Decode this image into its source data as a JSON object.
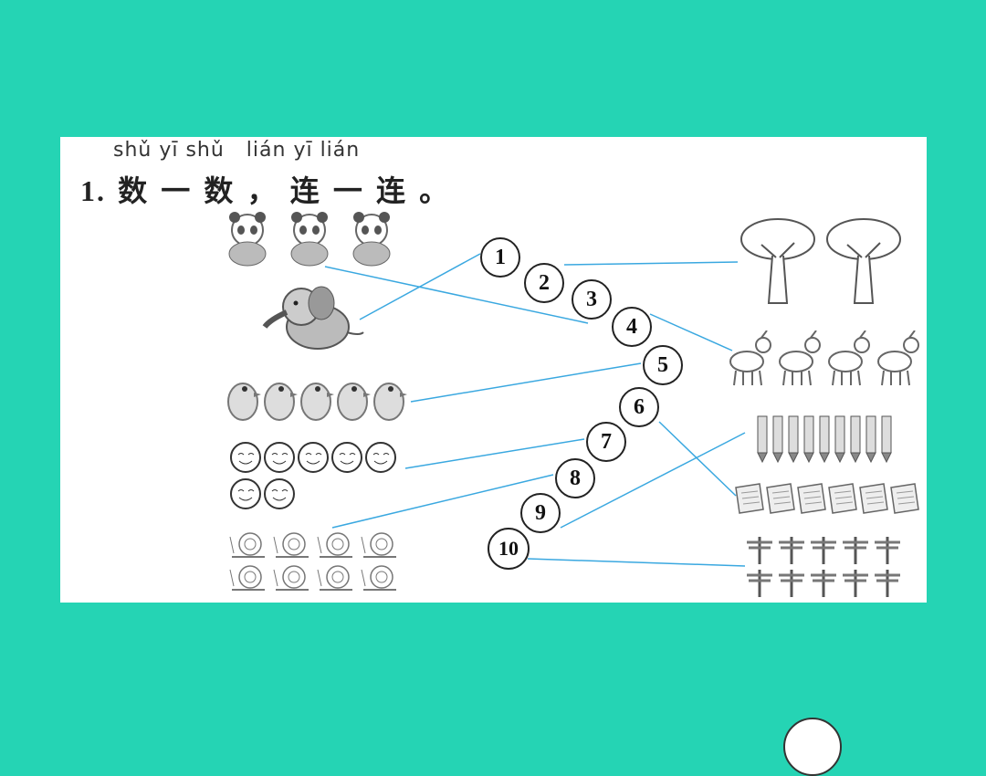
{
  "question": {
    "pinyin": "shǔ yī shǔ   lián yī lián",
    "number": "1.",
    "text": "数 一 数 ， 连 一 连 。"
  },
  "numbers": [
    "1",
    "2",
    "3",
    "4",
    "5",
    "6",
    "7",
    "8",
    "9",
    "10"
  ],
  "left_groups": [
    {
      "name": "pandas",
      "icon": "panda-icon",
      "count": 3
    },
    {
      "name": "elephant",
      "icon": "elephant-icon",
      "count": 1
    },
    {
      "name": "chicks",
      "icon": "chick-icon",
      "count": 5
    },
    {
      "name": "smileys",
      "icon": "smiley-icon",
      "count": 7
    },
    {
      "name": "snails",
      "icon": "snail-icon",
      "count": 8
    }
  ],
  "right_groups": [
    {
      "name": "trees",
      "icon": "tree-icon",
      "count": 2
    },
    {
      "name": "goats",
      "icon": "goat-icon",
      "count": 4
    },
    {
      "name": "pencils",
      "icon": "pencil-icon",
      "count": 9
    },
    {
      "name": "notebooks",
      "icon": "notebook-icon",
      "count": 6
    },
    {
      "name": "dragonflies",
      "icon": "dragonfly-icon",
      "count": 10
    }
  ],
  "colors": {
    "background": "#25d4b4",
    "card": "#ffffff",
    "line": "#3aa8e0"
  }
}
